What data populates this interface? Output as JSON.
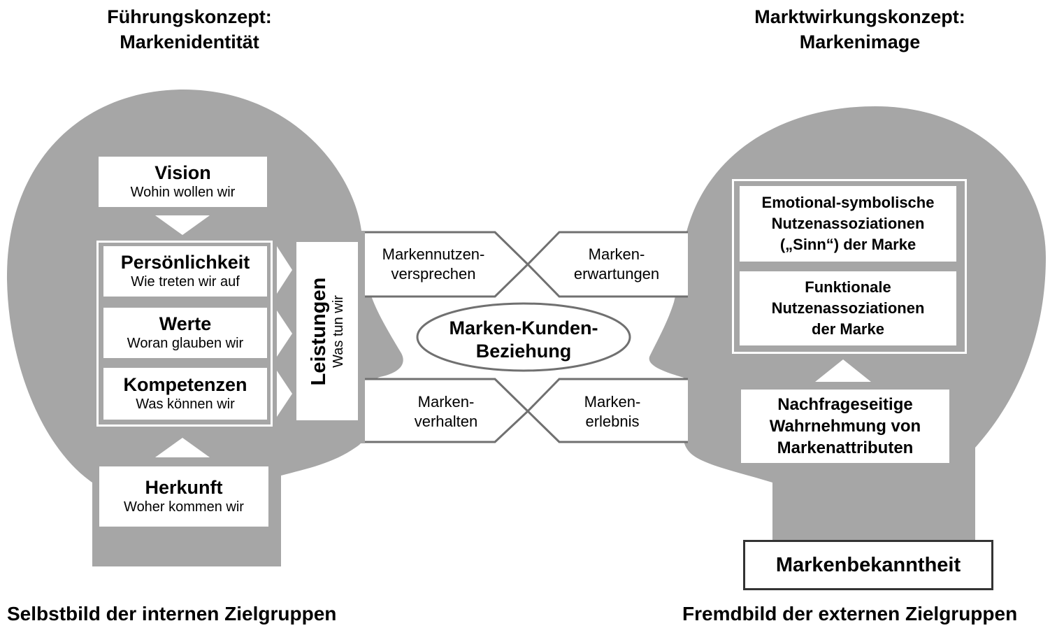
{
  "header_left": {
    "line1": "Führungskonzept:",
    "line2": "Markenidentität"
  },
  "header_right": {
    "line1": "Marktwirkungskonzept:",
    "line2": "Markenimage"
  },
  "left_head": {
    "vision": {
      "title": "Vision",
      "subtitle": "Wohin wollen wir"
    },
    "persoenlichkeit": {
      "title": "Persönlichkeit",
      "subtitle": "Wie treten wir auf"
    },
    "werte": {
      "title": "Werte",
      "subtitle": "Woran glauben wir"
    },
    "kompetenzen": {
      "title": "Kompetenzen",
      "subtitle": "Was können wir"
    },
    "herkunft": {
      "title": "Herkunft",
      "subtitle": "Woher kommen wir"
    },
    "leistungen": {
      "title": "Leistungen",
      "subtitle": "Was tun wir"
    }
  },
  "bridge": {
    "top_left": {
      "line1": "Markennutzen-",
      "line2": "versprechen"
    },
    "top_right": {
      "line1": "Marken-",
      "line2": "erwartungen"
    },
    "bottom_left": {
      "line1": "Marken-",
      "line2": "verhalten"
    },
    "bottom_right": {
      "line1": "Marken-",
      "line2": "erlebnis"
    },
    "center": {
      "line1": "Marken-Kunden-",
      "line2": "Beziehung"
    }
  },
  "right_head": {
    "emotional": {
      "line1": "Emotional-symbolische",
      "line2": "Nutzenassoziationen",
      "line3": "(„Sinn“) der Marke"
    },
    "funktional": {
      "line1": "Funktionale",
      "line2": "Nutzenassoziationen",
      "line3": "der Marke"
    },
    "nachfrage": {
      "line1": "Nachfrageseitige",
      "line2": "Wahrnehmung von",
      "line3": "Markenattributen"
    },
    "bekanntheit": "Markenbekanntheit"
  },
  "footer_left": "Selbstbild der internen Zielgruppen",
  "footer_right": "Fremdbild der externen Zielgruppen",
  "colors": {
    "head": "#a6a6a6",
    "stroke": "#707070",
    "box": "#ffffff",
    "text": "#000000"
  }
}
